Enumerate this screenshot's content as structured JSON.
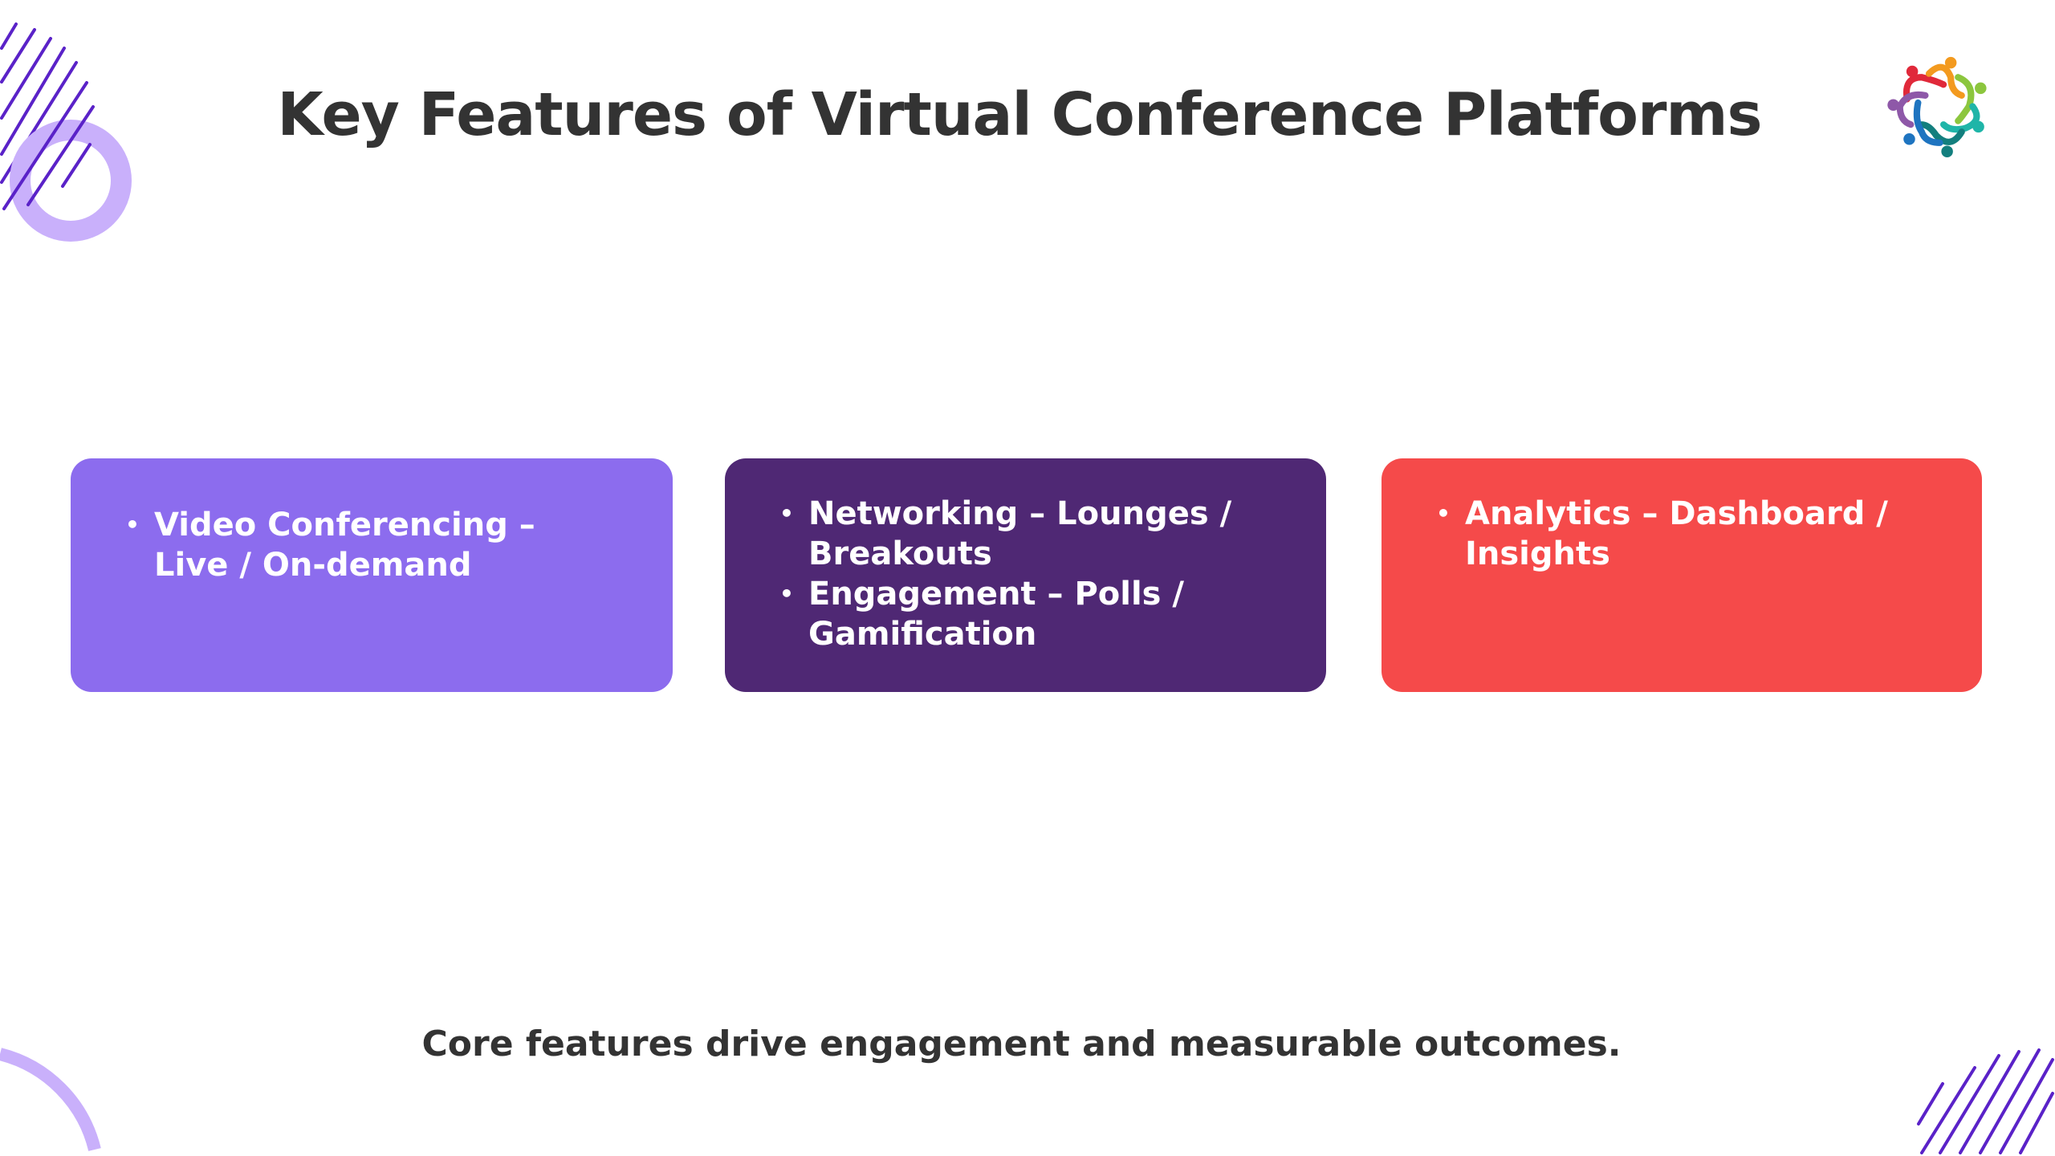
{
  "slide": {
    "title": "Key Features of Virtual Conference Platforms",
    "cards": [
      {
        "color": "#8c6cee",
        "items": [
          "Video Conferencing – Live / On-demand"
        ]
      },
      {
        "color": "#4f2874",
        "items": [
          "Networking – Lounges / Breakouts",
          "Engagement – Polls / Gamification"
        ]
      },
      {
        "color": "#f54a4a",
        "items": [
          "Analytics – Dashboard / Insights"
        ]
      }
    ],
    "footer": "Core features drive engagement and measurable outcomes."
  },
  "colors": {
    "accent_stripe": "#5a22c8",
    "ring": "#c9b0fb",
    "text": "#333333"
  }
}
